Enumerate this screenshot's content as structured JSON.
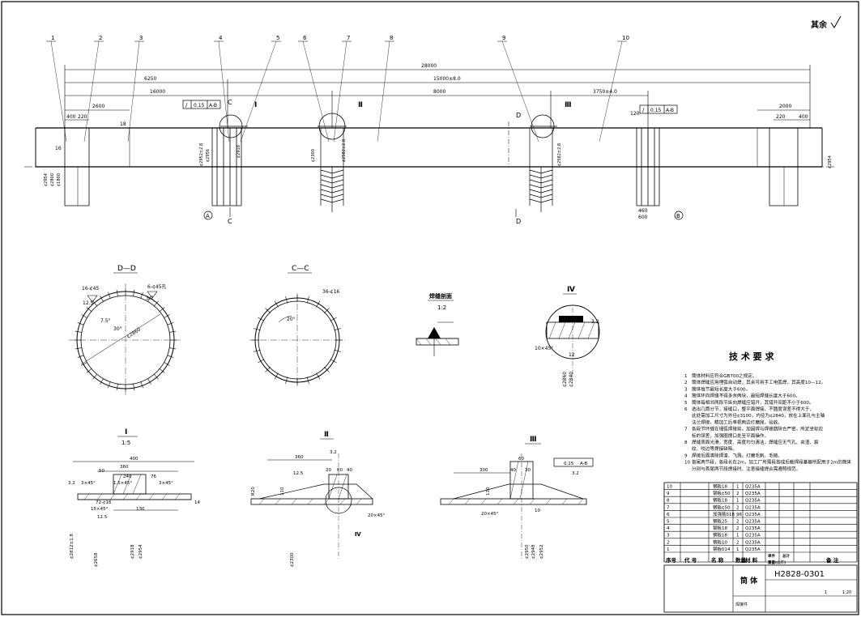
{
  "surface_mark": "其余",
  "balloons": [
    "1",
    "2",
    "3",
    "4",
    "5",
    "6",
    "7",
    "8",
    "9",
    "10"
  ],
  "dims": {
    "overall": "28000",
    "d6250": "6250",
    "d15000": "15000±8.0",
    "d16000": "16000",
    "d8000": "8000",
    "d3750": "3750±4.0",
    "left2600": "2600",
    "left400": "400",
    "left220": "220",
    "right2000": "2000",
    "right220": "220",
    "right400": "400",
    "r120": "120",
    "r16": "16",
    "r18": "18",
    "b460": "460",
    "b600": "600"
  },
  "tolerance_frames": [
    {
      "sym": "/",
      "val": "0.15",
      "ref": "A-B"
    },
    {
      "sym": "/",
      "val": "0.15",
      "ref": "A-B"
    }
  ],
  "diameters": [
    "¢2954",
    "¢2800",
    "¢1800",
    "¢2952±2.8",
    "¢2956",
    "¢2918",
    "¢2300",
    "¢2582±2.8",
    "¢2582±2.8",
    "¢2954"
  ],
  "datums": [
    "A",
    "B"
  ],
  "sections": {
    "cc": "C",
    "dd": "D"
  },
  "views": {
    "dd_title": "D—D",
    "cc_title": "C—C",
    "weld_title": "焊缝剖面",
    "weld_scale": "1:2",
    "iv_title": "Ⅳ",
    "i_title": "Ⅰ",
    "i_scale": "1:5",
    "ii_title": "Ⅱ",
    "iii_title": "Ⅲ",
    "detail_marks": [
      "Ⅰ",
      "Ⅱ",
      "Ⅲ"
    ]
  },
  "dd_labels": [
    "16-¢45",
    "6-¢45孔",
    "12.5",
    "3.2",
    "7.5°",
    "30°",
    "¢2860"
  ],
  "cc_labels": [
    "36-¢16",
    "20°"
  ],
  "iv_labels": [
    "3.2",
    "10×45°",
    "12",
    "¢2860",
    "¢2840"
  ],
  "i_labels": [
    "400",
    "360",
    "240",
    "50",
    "76",
    "3×45°",
    "1.5×45°",
    "3×45°",
    "130",
    "15×45°",
    "72-¢16",
    "12.5",
    "¢2812±1.8",
    "¢2918",
    "¢2954",
    "¢2658",
    "3.2",
    "14"
  ],
  "ii_labels": [
    "360",
    "20",
    "60",
    "40",
    "3.2",
    "12.5",
    "110",
    "R20",
    "20×45°",
    "¢2300"
  ],
  "iii_labels": [
    "300",
    "60",
    "40",
    "30",
    "110",
    "0.15",
    "A-B",
    "20×45°",
    "3.2",
    "10",
    "¢2950",
    "¢2948",
    "¢2952"
  ],
  "tech_title": "技 术 要 求",
  "tech_notes": [
    {
      "n": "1",
      "text": "筒体材料应符合GB700之规定。"
    },
    {
      "n": "2",
      "text": "筒体焊缝应用埋弧自动焊，其余可用手工电弧焊，其高度10—12。"
    },
    {
      "n": "3",
      "text": "筒体每节最短长度大于600。"
    },
    {
      "n": "4",
      "text": "筒体环向焊缝不得多余两块，最短焊缝长度大于600。"
    },
    {
      "n": "5",
      "text": "筒体每相邻两段节纵向焊缝应错开，其错开间距不小于600。"
    },
    {
      "n": "6",
      "text": "选出几筒分节，接缝口，整平面焊接，不圆度误差不得大于，"
    },
    {
      "n": "",
      "text": "此处需加工尺寸为外径¢3100，内径为¢2840，放在上面孔与主轴"
    },
    {
      "n": "",
      "text": "法兰焊接，精加工后单把两边打磨抛，验收。"
    },
    {
      "n": "7",
      "text": "各段节环缝在埋弧焊接前，加固焊与焊接筋除合严密，所定坐标应"
    },
    {
      "n": "",
      "text": "标的误差，加强圈焊口处至平面操作。"
    },
    {
      "n": "8",
      "text": "焊缝表面光滑，宽度、高度均匀清洁，焊缝应无气孔、夹渣、裂"
    },
    {
      "n": "",
      "text": "纹、咬边等焊接缺陷。"
    },
    {
      "n": "9",
      "text": "焊接后需清除焊渣、飞溅，打磨毛刺、毛棱。"
    },
    {
      "n": "10",
      "text": "首尾两节段，各段长在2m，加工厂所需段按成后截焊段基基所配用于2m的筒体"
    },
    {
      "n": "",
      "text": "分别与首尾两节段焊接时，注意接缝焊合需遵照规范。"
    }
  ],
  "parts_list": [
    {
      "no": "10",
      "name": "钢板18",
      "qty": "1",
      "mat": "Q235A"
    },
    {
      "no": "9",
      "name": "钢板¢50",
      "qty": "2",
      "mat": "Q235A"
    },
    {
      "no": "8",
      "name": "钢板18",
      "qty": "1",
      "mat": "Q235A"
    },
    {
      "no": "7",
      "name": "钢板¢50",
      "qty": "2",
      "mat": "Q235A"
    },
    {
      "no": "6",
      "name": "加强筋δ18",
      "qty": "96",
      "mat": "Q235A"
    },
    {
      "no": "5",
      "name": "钢板25",
      "qty": "2",
      "mat": "Q235A"
    },
    {
      "no": "4",
      "name": "钢板18",
      "qty": "2",
      "mat": "Q235A"
    },
    {
      "no": "3",
      "name": "钢板18",
      "qty": "1",
      "mat": "Q235A"
    },
    {
      "no": "2",
      "name": "钢板10",
      "qty": "2",
      "mat": "Q235A"
    },
    {
      "no": "1",
      "name": "钢板δ14",
      "qty": "1",
      "mat": "Q235A"
    }
  ],
  "parts_header": {
    "no": "序号",
    "code": "代 号",
    "name": "名 称",
    "qty": "数量",
    "mat": "材 料",
    "unit": "单件",
    "total": "总计",
    "weight": "重量(公斤)",
    "remark": "备 注"
  },
  "title_block": {
    "drawing_no": "H2828-0301",
    "part_name": "筒 体",
    "scale": "1:20",
    "sheet": "1",
    "weld_note": "焊接件"
  }
}
